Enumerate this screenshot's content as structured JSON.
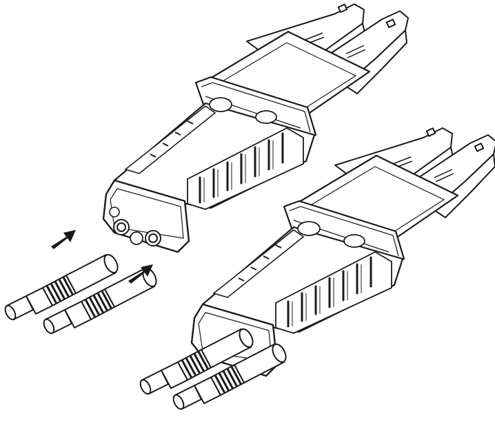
{
  "diagram": {
    "style": "technical line drawing",
    "colors": {
      "stroke": "#1a1a1a",
      "fill": "#ffffff",
      "arrow": "#1a1a1a"
    },
    "steps": [
      {
        "name": "before-insertion",
        "arrow_count": 2,
        "leads_connected": false
      },
      {
        "name": "after-insertion",
        "arrow_count": 0,
        "leads_connected": true
      }
    ]
  }
}
